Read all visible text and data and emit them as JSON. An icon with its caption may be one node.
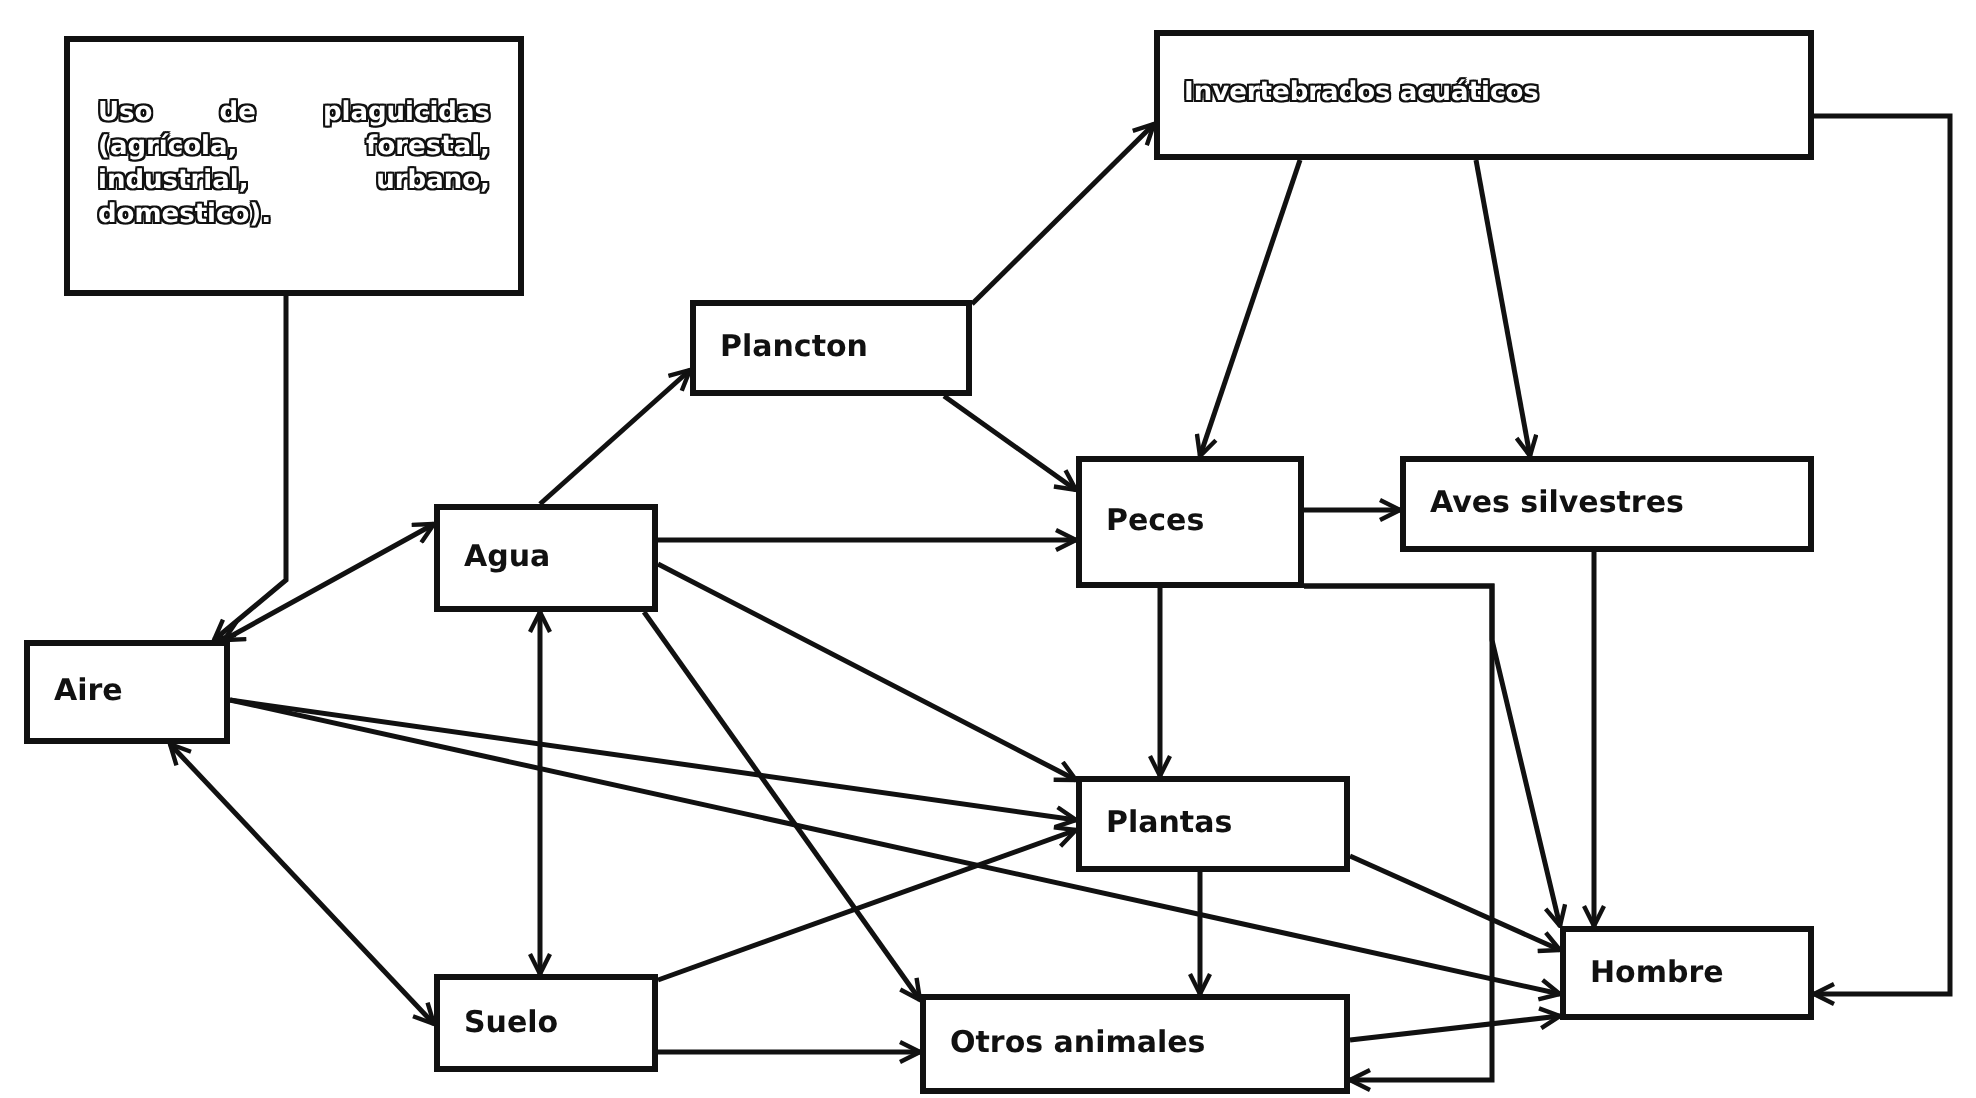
{
  "diagram": {
    "nodes": [
      {
        "text": [
          "Uso de plaguicidas (agrícola, forestal, industrial, urbano, domestico)."
        ]
      },
      {
        "text": [
          "Invertebrados acuáticos"
        ]
      },
      {
        "text": [
          "Plancton"
        ]
      },
      {
        "text": [
          "Agua"
        ]
      },
      {
        "text": [
          "Peces"
        ]
      },
      {
        "text": [
          "Aves silvestres"
        ]
      },
      {
        "text": [
          "Aire"
        ]
      },
      {
        "text": [
          "Plantas"
        ]
      },
      {
        "text": [
          "Suelo"
        ]
      },
      {
        "text": [
          "Hombre"
        ]
      },
      {
        "text": [
          "Otros animales"
        ]
      }
    ],
    "edges": [
      {
        "from": 0,
        "to": 6,
        "arrow": "to"
      },
      {
        "from": 6,
        "to": 3,
        "arrow": "both"
      },
      {
        "from": 3,
        "to": 2,
        "arrow": "to"
      },
      {
        "from": 2,
        "to": 1,
        "arrow": "to"
      },
      {
        "from": 2,
        "to": 4,
        "arrow": "to"
      },
      {
        "from": 3,
        "to": 4,
        "arrow": "to"
      },
      {
        "from": 3,
        "to": 7,
        "arrow": "to"
      },
      {
        "from": 3,
        "to": 10,
        "arrow": "to"
      },
      {
        "from": 3,
        "to": 8,
        "arrow": "both"
      },
      {
        "from": 6,
        "to": 8,
        "arrow": "both"
      },
      {
        "from": 6,
        "to": 7,
        "arrow": "to"
      },
      {
        "from": 6,
        "to": 9,
        "arrow": "to"
      },
      {
        "from": 8,
        "to": 7,
        "arrow": "to"
      },
      {
        "from": 8,
        "to": 10,
        "arrow": "to"
      },
      {
        "from": 4,
        "to": 5,
        "arrow": "to"
      },
      {
        "from": 1,
        "to": 4,
        "arrow": "to"
      },
      {
        "from": 1,
        "to": 5,
        "arrow": "to"
      },
      {
        "from": 4,
        "to": 7,
        "arrow": "to"
      },
      {
        "from": 4,
        "to": 9,
        "arrow": "to"
      },
      {
        "from": 4,
        "to": 10,
        "arrow": "to"
      },
      {
        "from": 5,
        "to": 9,
        "arrow": "to"
      },
      {
        "from": 1,
        "to": 9,
        "arrow": "to"
      },
      {
        "from": 7,
        "to": 9,
        "arrow": "to"
      },
      {
        "from": 7,
        "to": 10,
        "arrow": "to"
      },
      {
        "from": 10,
        "to": 9,
        "arrow": "to"
      }
    ]
  }
}
